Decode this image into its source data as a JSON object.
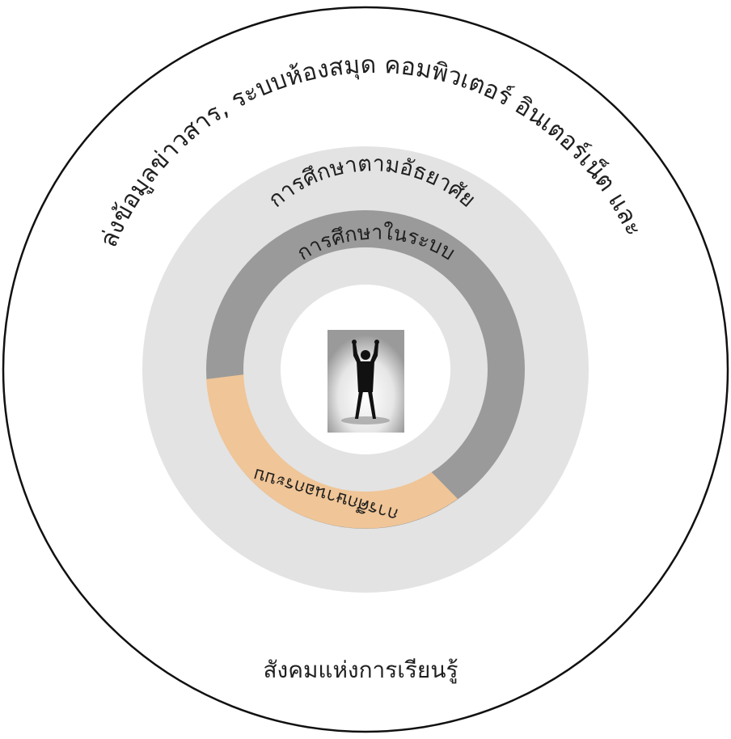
{
  "diagram": {
    "outer_arc_text": "แหล่งข้อมูลข่าวสาร, ระบบห้องสมุด คอมพิวเตอร์ อินเตอร์เน็ต และอื่นๆ",
    "informal_label": "การศึกษาตามอัธยาศัย",
    "formal_label": "การศึกษาในระบบ",
    "nonformal_label": "การศึกษานอกระบบ",
    "society_label": "สังคมแห่งการเรียนรู้",
    "center_icon": "person-arms-raised-silhouette"
  },
  "colors": {
    "outer_circle_stroke": "#111111",
    "informal_ring": "#e3e3e3",
    "formal_ring": "#9a9a9a",
    "nonformal_ring": "#f0c597",
    "inner_ring": "#e3e3e3",
    "center_disc": "#ffffff"
  }
}
